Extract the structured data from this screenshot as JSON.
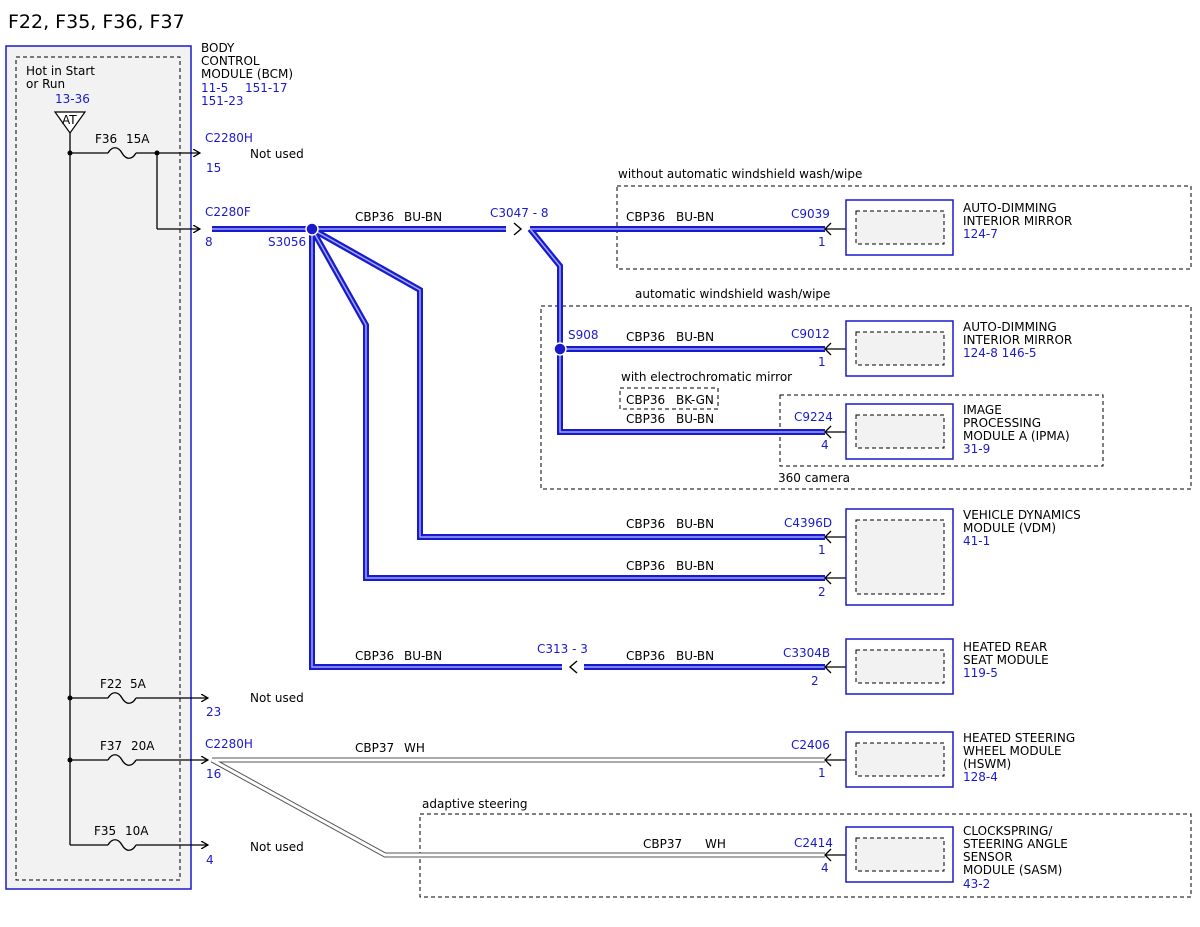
{
  "page_title": "F22, F35, F36, F37",
  "bcm": {
    "name": [
      "BODY",
      "CONTROL",
      "MODULE (BCM)"
    ],
    "refs": [
      "11-5",
      "151-17",
      "151-23"
    ],
    "hot": [
      "Hot in Start",
      "or Run"
    ],
    "hot_ref": "13-36",
    "symbol": "AT"
  },
  "fuses": {
    "f36": {
      "name": "F36",
      "amp": "15A"
    },
    "f22": {
      "name": "F22",
      "amp": "5A"
    },
    "f37": {
      "name": "F37",
      "amp": "20A"
    },
    "f35": {
      "name": "F35",
      "amp": "10A"
    }
  },
  "pins": {
    "c2280h_15": {
      "conn": "C2280H",
      "pin": "15",
      "note": "Not used"
    },
    "c2280f_8": {
      "conn": "C2280F",
      "pin": "8"
    },
    "p23": {
      "pin": "23",
      "note": "Not used"
    },
    "c2280h_16": {
      "conn": "C2280H",
      "pin": "16"
    },
    "p4": {
      "pin": "4",
      "note": "Not used"
    }
  },
  "splices": {
    "s3056": "S3056",
    "s908": "S908"
  },
  "inline": {
    "c3047": "C3047 - 8",
    "c313": "C313  -  3"
  },
  "groups": {
    "without_wash": "without automatic windshield wash/wipe",
    "with_wash": "automatic windshield wash/wipe",
    "electrochromic": "with electrochromatic mirror",
    "camera": "360 camera",
    "adaptive": "adaptive steering"
  },
  "wires": {
    "cbp36": "CBP36",
    "bu_bn": "BU-BN",
    "bk_gn": "BK-GN",
    "cbp37": "CBP37",
    "wh": "WH"
  },
  "components": {
    "mirror1": {
      "conn": "C9039",
      "pin": "1",
      "name": [
        "AUTO-DIMMING",
        "INTERIOR MIRROR"
      ],
      "ref": "124-7"
    },
    "mirror2": {
      "conn": "C9012",
      "pin": "1",
      "name": [
        "AUTO-DIMMING",
        "INTERIOR MIRROR"
      ],
      "ref": "124-8  146-5"
    },
    "ipma": {
      "conn": "C9224",
      "pin": "4",
      "name": [
        "IMAGE",
        "PROCESSING",
        "MODULE A (IPMA)"
      ],
      "ref": "31-9"
    },
    "vdm": {
      "conn": "C4396D",
      "pin1": "1",
      "pin2": "2",
      "name": [
        "VEHICLE DYNAMICS",
        "MODULE (VDM)"
      ],
      "ref": "41-1"
    },
    "rear_seat": {
      "conn": "C3304B",
      "pin": "2",
      "name": [
        "HEATED REAR",
        "SEAT MODULE"
      ],
      "ref": "119-5"
    },
    "hswm": {
      "conn": "C2406",
      "pin": "1",
      "name": [
        "HEATED STEERING",
        "WHEEL MODULE",
        "(HSWM)"
      ],
      "ref": "128-4"
    },
    "sasm": {
      "conn": "C2414",
      "pin": "4",
      "name": [
        "CLOCKSPRING/",
        "STEERING ANGLE",
        "SENSOR",
        "MODULE (SASM)"
      ],
      "ref": "43-2"
    }
  },
  "colors": {
    "wire_blue": "#1a1acc",
    "label_blue": "#1a1acc",
    "module_fill": "#f2f2f2"
  }
}
